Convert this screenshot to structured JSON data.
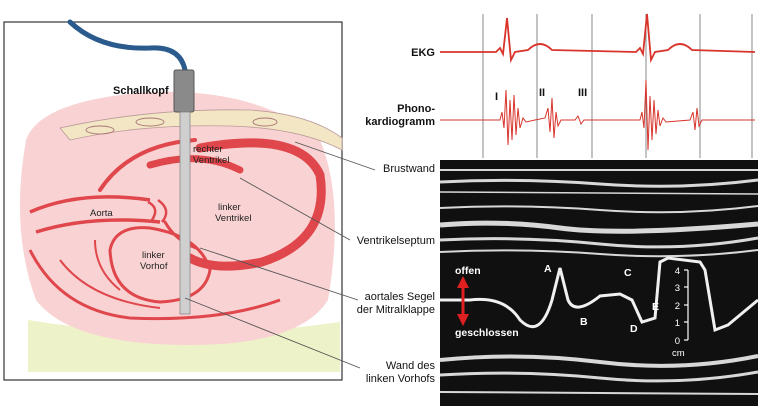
{
  "heart_diagram": {
    "probe_label": "Schallkopf",
    "regions": {
      "right_ventricle": [
        "rechter",
        "Ventrikel"
      ],
      "aorta": "Aorta",
      "left_ventricle": [
        "linker",
        "Ventrikel"
      ],
      "left_atrium": [
        "linker",
        "Vorhof"
      ]
    }
  },
  "callouts": {
    "chest_wall": "Brustwand",
    "septum": "Ventrikelseptum",
    "mitral_leaflet": [
      "aortales Segel",
      "der Mitralklappe"
    ],
    "atrial_wall": [
      "Wand des",
      "linken Vorhofs"
    ]
  },
  "traces": {
    "ecg_label": "EKG",
    "pcg_label": [
      "Phono-",
      "kardiogramm"
    ],
    "heart_sounds": [
      "I",
      "II",
      "III"
    ]
  },
  "mmode": {
    "open_label": "offen",
    "closed_label": "geschlossen",
    "points": [
      "A",
      "B",
      "C",
      "D",
      "E"
    ],
    "scale_ticks": [
      "4",
      "3",
      "2",
      "1",
      "0"
    ],
    "scale_unit": "cm"
  },
  "colors": {
    "heart_fill": "#f9d3d3",
    "muscle_red": "#e0474c",
    "chest_wall": "#f3e6c4",
    "probe": "#8a8a8a",
    "cable": "#2b5b8c",
    "trace_red": "#d9342b",
    "mmode_bg": "#101010"
  }
}
